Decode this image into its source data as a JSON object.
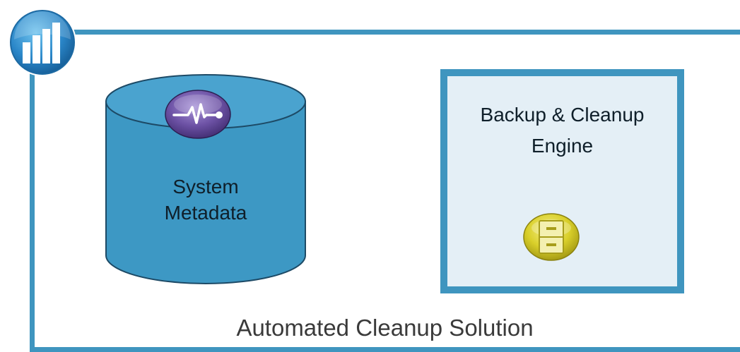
{
  "diagram": {
    "logo": {
      "icon": "bar-chart-logo-icon"
    },
    "database": {
      "icon": "activity-pulse-icon",
      "label_line1": "System",
      "label_line2": "Metadata"
    },
    "engine": {
      "label_line1": "Backup & Cleanup",
      "label_line2": "Engine",
      "icon": "file-cabinet-icon"
    },
    "container_label": "Automated Cleanup Solution"
  },
  "colors": {
    "frame": "#3f95bf",
    "cylinder_fill": "#3d98c4",
    "engine_fill": "#e4eff6",
    "activity_badge": "#6d52a5",
    "cabinet_badge": "#d9cf2a"
  }
}
